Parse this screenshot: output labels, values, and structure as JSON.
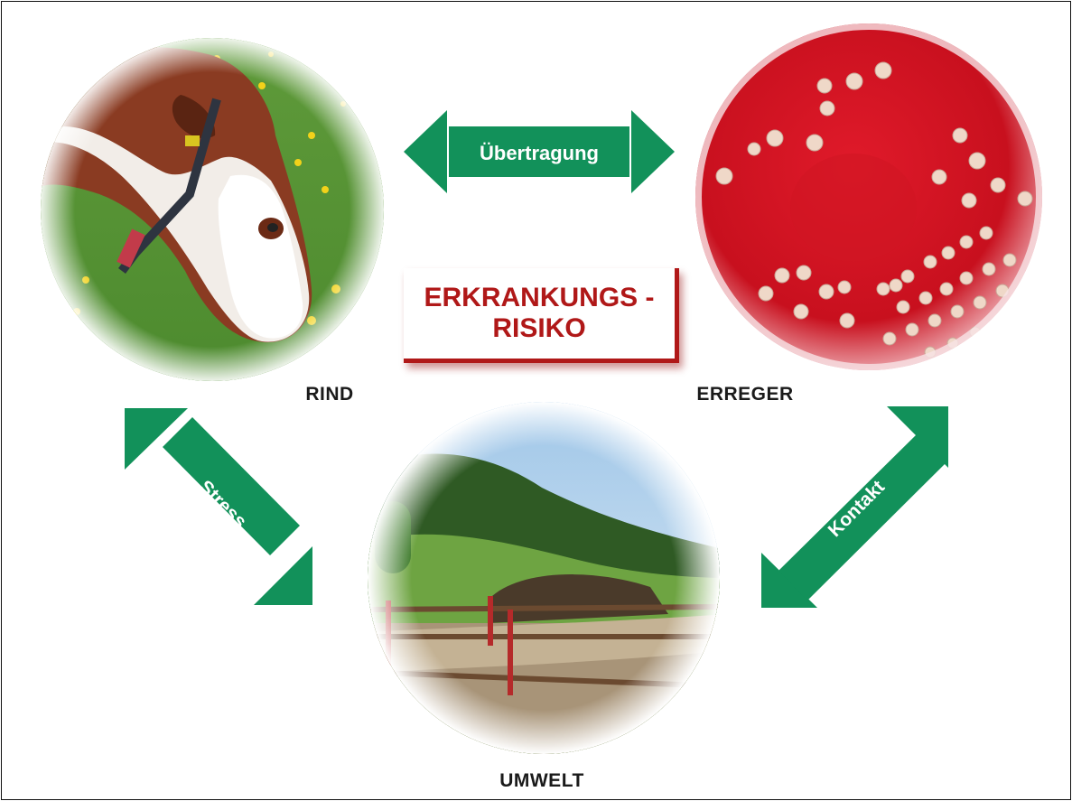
{
  "nodes": {
    "rind": "RIND",
    "erreger": "ERREGER",
    "umwelt": "UMWELT"
  },
  "center": {
    "line1": "ERKRANKUNGS -",
    "line2": "RISIKO"
  },
  "arrows": {
    "top": "Übertragung",
    "left": "Stress",
    "right": "Kontakt"
  },
  "colors": {
    "arrow_green": "#12915a",
    "risk_red": "#b01818"
  },
  "images": {
    "rind": "cow grazing on meadow with dandelions",
    "erreger": "bacterial colonies on red blood agar plate",
    "umwelt": "alpine farm with manure pile and wooden fence"
  }
}
